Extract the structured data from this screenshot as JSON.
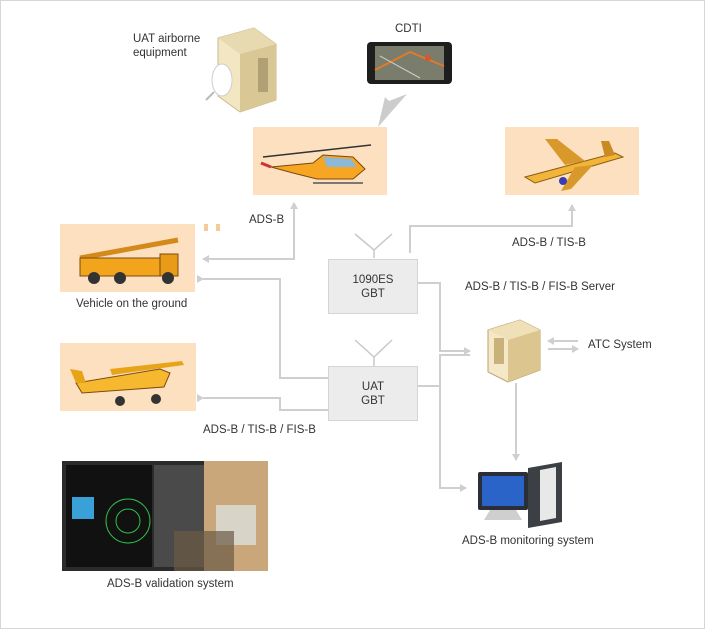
{
  "labels": {
    "uat_airborne_line1": "UAT airborne",
    "uat_airborne_line2": "equipment",
    "cdti": "CDTI",
    "adsb": "ADS-B",
    "adsb_tisb": "ADS-B / TIS-B",
    "vehicle": "Vehicle on the ground",
    "server": "ADS-B / TIS-B / FIS-B Server",
    "atc": "ATC System",
    "adsb_tisb_fisb": "ADS-B / TIS-B / FIS-B",
    "monitoring": "ADS-B monitoring system",
    "validation": "ADS-B validation system"
  },
  "gbt_1090": {
    "line1": "1090ES",
    "line2": "GBT"
  },
  "gbt_uat": {
    "line1": "UAT",
    "line2": "GBT"
  },
  "colors": {
    "thumb_bg": "#fde0c0",
    "connector": "#cfcfcf",
    "gbt_box": "#ececec",
    "text": "#333333"
  }
}
